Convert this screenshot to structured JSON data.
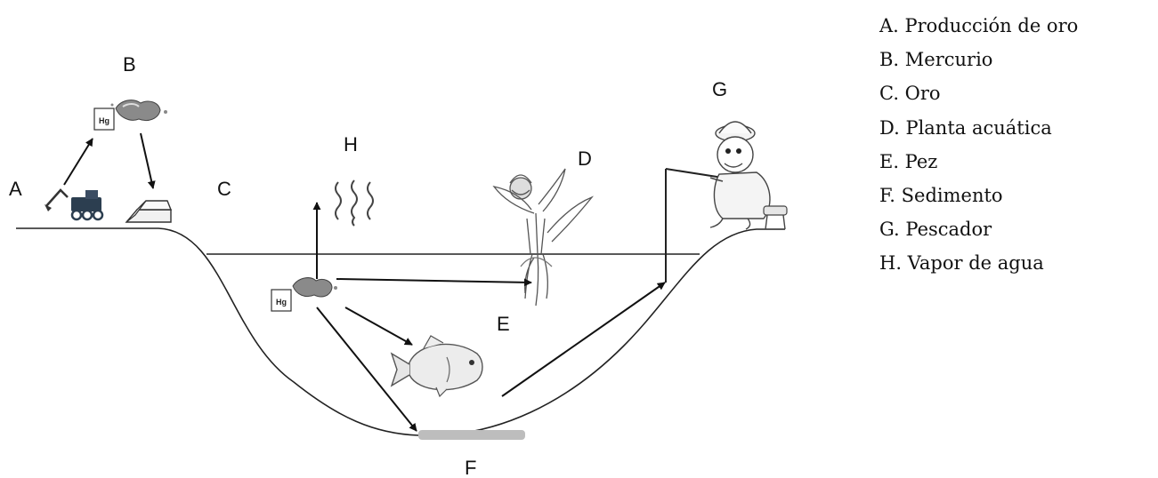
{
  "diagram": {
    "labels": {
      "A": "A",
      "B": "B",
      "C": "C",
      "D": "D",
      "E": "E",
      "F": "F",
      "G": "G",
      "H": "H"
    },
    "hg_symbol": "Hg"
  },
  "legend": [
    "A. Producción de oro",
    "B. Mercurio",
    "C. Oro",
    "D. Planta acuática",
    "E. Pez",
    "F. Sedimento",
    "G. Pescador",
    "H. Vapor de agua"
  ]
}
